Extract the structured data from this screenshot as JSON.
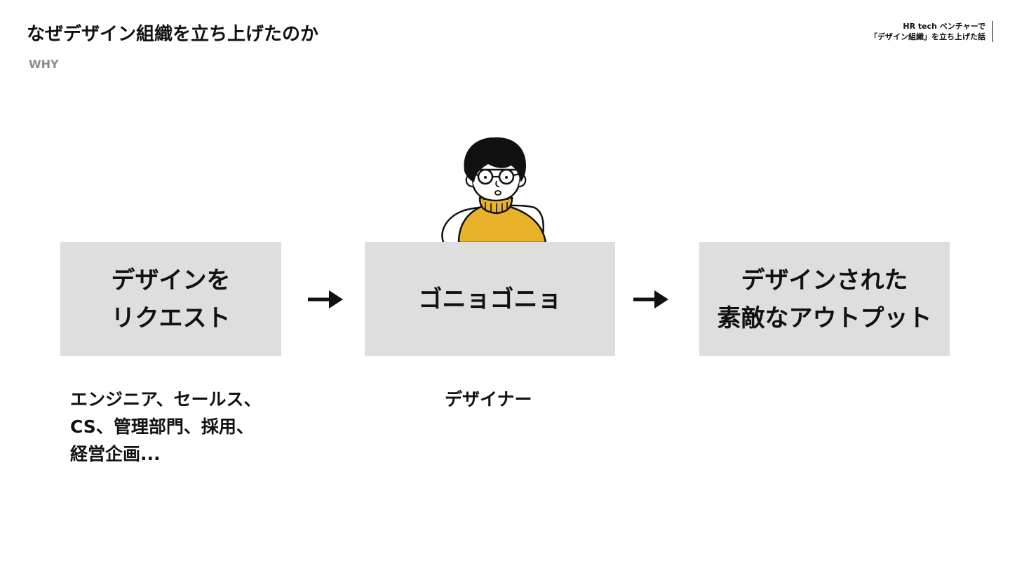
{
  "header": {
    "title": "なぜデザイン組織を立ち上げたのか",
    "section": "WHY",
    "deck_title_line1": "HR tech ベンチャーで",
    "deck_title_line2": "「デザイン組織」を立ち上げた話"
  },
  "flow": {
    "steps": [
      {
        "lines": [
          "デザインを",
          "リクエスト"
        ]
      },
      {
        "lines": [
          "ゴニョゴニョ"
        ]
      },
      {
        "lines": [
          "デザインされた",
          "素敵なアウトプット"
        ]
      }
    ],
    "arrow_icon": "right-arrow-icon"
  },
  "captions": {
    "requesters": [
      "エンジニア、セールス、",
      "CS、管理部門、採用、",
      "経営企画..."
    ],
    "designer": "デザイナー"
  },
  "illustration": {
    "icon": "designer-person-illustration",
    "sweater_color": "#E8B32A",
    "line_color": "#111111"
  },
  "colors": {
    "box_fill": "#DEDEDE",
    "text": "#111111",
    "muted": "#8A8A8A"
  }
}
